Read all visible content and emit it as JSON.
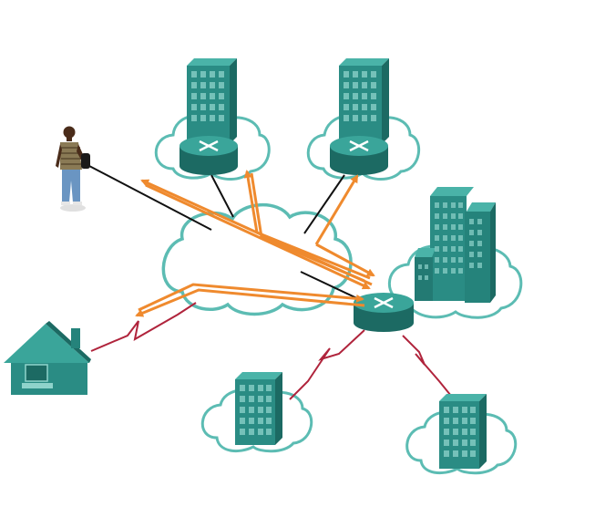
{
  "diagram": {
    "type": "network-topology",
    "nodes": [
      {
        "id": "mobile-user",
        "icon": "person-icon"
      },
      {
        "id": "branch-office-1",
        "icon": "building-icon",
        "has_router": true,
        "cloud": true
      },
      {
        "id": "branch-office-2",
        "icon": "building-icon",
        "has_router": true,
        "cloud": true
      },
      {
        "id": "internet",
        "icon": "cloud-icon"
      },
      {
        "id": "headquarters",
        "icon": "office-towers-icon",
        "has_router": true,
        "cloud": true
      },
      {
        "id": "home-office",
        "icon": "house-icon"
      },
      {
        "id": "site-3",
        "icon": "building-icon",
        "cloud": true
      },
      {
        "id": "site-4",
        "icon": "building-icon",
        "cloud": true
      }
    ],
    "links": [
      {
        "from": "mobile-user",
        "to": "internet",
        "style": "ethernet"
      },
      {
        "from": "branch-office-1",
        "to": "internet",
        "style": "ethernet"
      },
      {
        "from": "branch-office-2",
        "to": "internet",
        "style": "ethernet"
      },
      {
        "from": "internet",
        "to": "headquarters",
        "style": "ethernet"
      },
      {
        "from": "home-office",
        "to": "internet",
        "style": "serial"
      },
      {
        "from": "headquarters",
        "to": "site-3",
        "style": "serial"
      },
      {
        "from": "headquarters",
        "to": "site-4",
        "style": "serial"
      }
    ],
    "vpn_tunnels": [
      {
        "from": "mobile-user",
        "to": "headquarters"
      },
      {
        "from": "branch-office-1",
        "to": "headquarters"
      },
      {
        "from": "branch-office-2",
        "to": "headquarters"
      },
      {
        "from": "home-office",
        "to": "headquarters"
      }
    ],
    "colors": {
      "device_teal": "#2a8c84",
      "device_dark": "#1c6a63",
      "cloud_stroke": "#5cbcb3",
      "tunnel_orange": "#ef8a2e",
      "serial_red": "#b0243c",
      "ethernet_black": "#111111"
    }
  }
}
